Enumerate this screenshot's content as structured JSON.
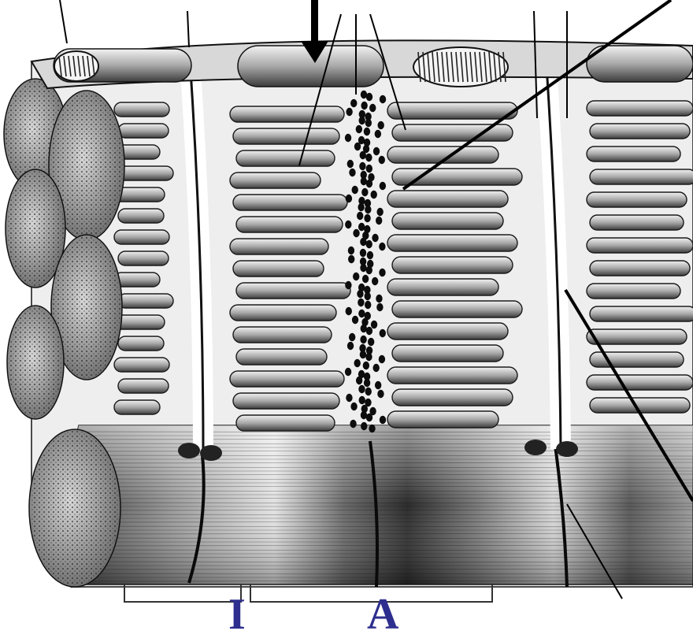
{
  "figure": {
    "band_labels": [
      {
        "id": "i-band",
        "text": "I"
      },
      {
        "id": "a-band",
        "text": "A"
      }
    ]
  },
  "colors": {
    "label": "#2e2e8f",
    "ink": "#111111",
    "line": "#000000",
    "sarcoplasm": "#eeeeee",
    "membrane": "#4a4a4a",
    "fibril_dark": "#5a5a5a",
    "fibril_light": "#bdbdbd",
    "background": "#ffffff"
  }
}
